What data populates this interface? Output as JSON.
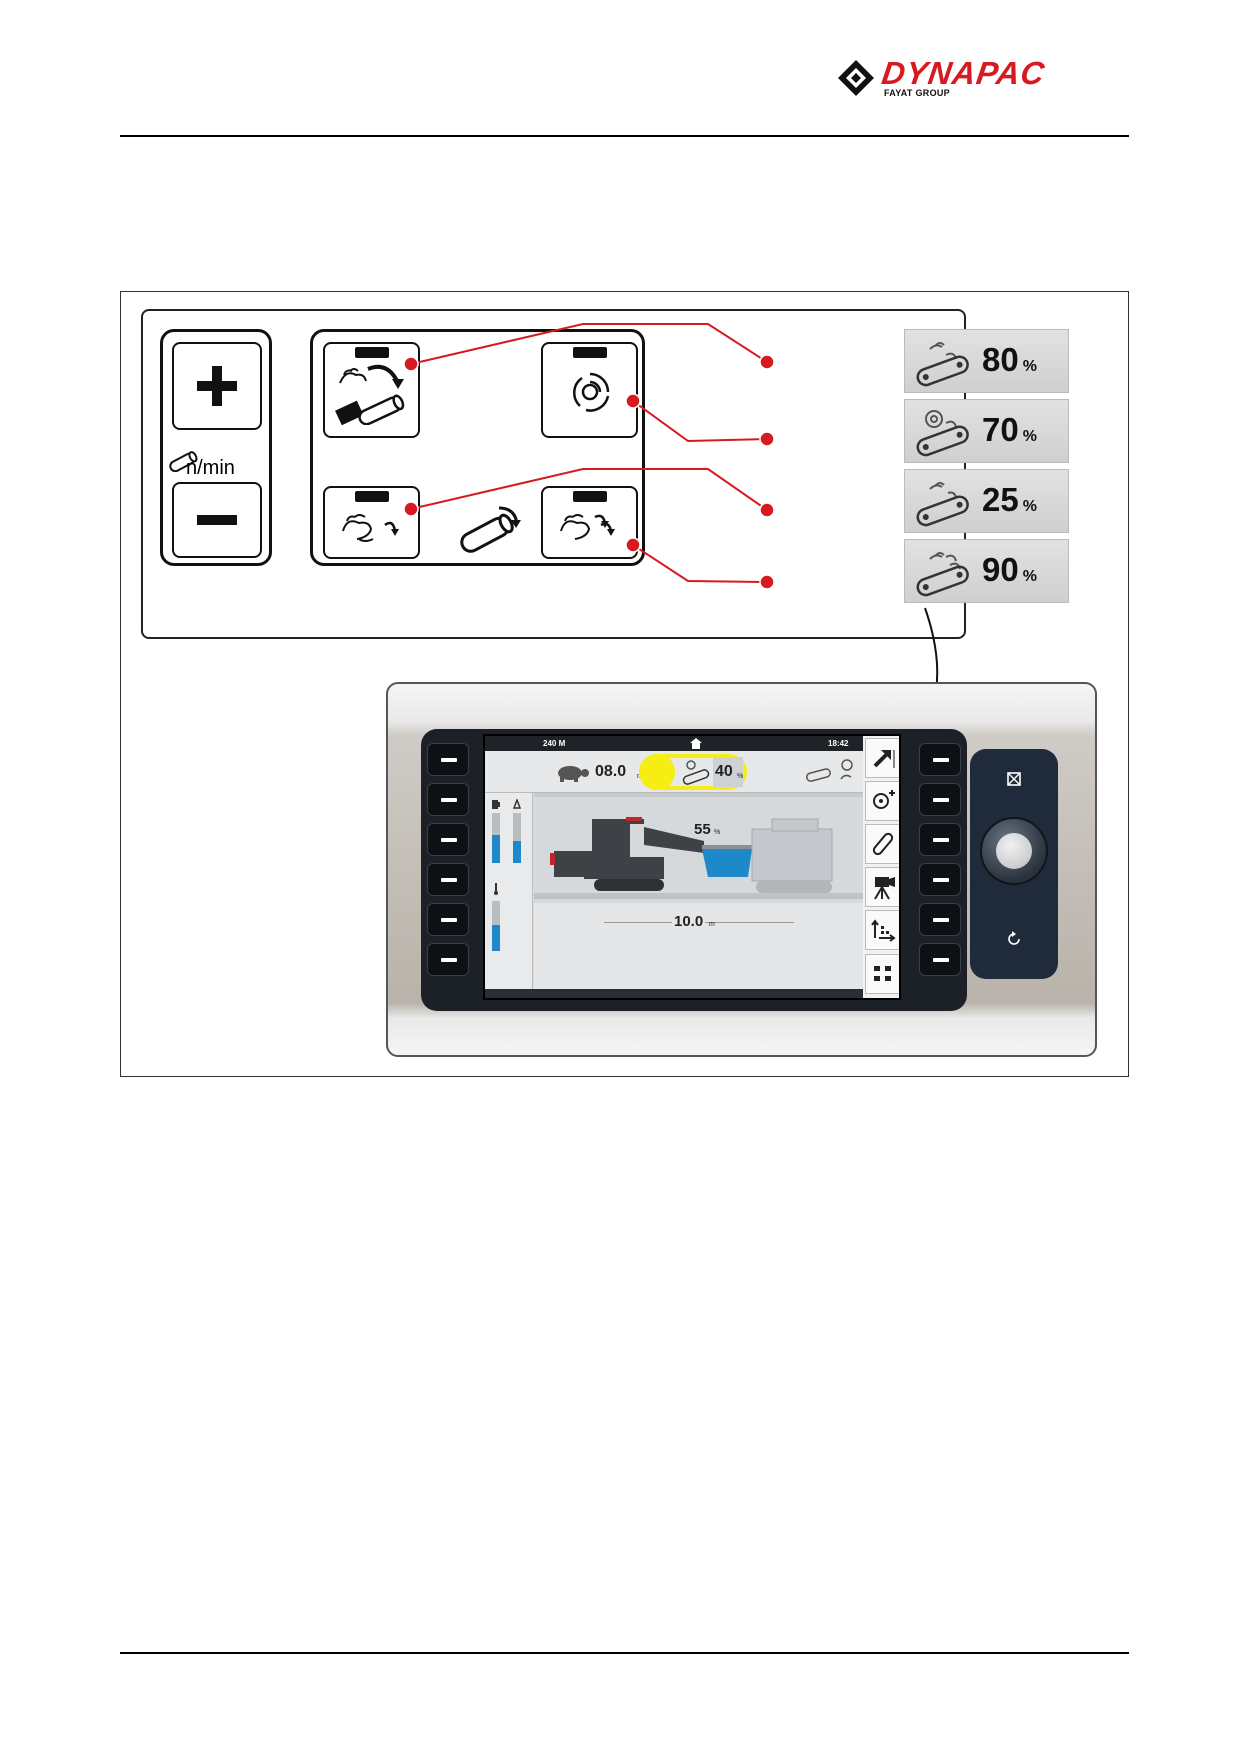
{
  "header": {
    "brand": "DYNAPAC",
    "brand_sub": "FAYAT GROUP"
  },
  "callout": {
    "speed_unit_label": "n/min",
    "tiles": [
      {
        "value": "80",
        "unit": "%",
        "icon": "conveyor-manual-right-icon"
      },
      {
        "value": "70",
        "unit": "%",
        "icon": "conveyor-auger-icon"
      },
      {
        "value": "25",
        "unit": "%",
        "icon": "conveyor-manual-left-icon"
      },
      {
        "value": "90",
        "unit": "%",
        "icon": "conveyor-manual-auto-icon"
      }
    ],
    "leader_color": "#d71920"
  },
  "device": {
    "status_left": "240 M",
    "status_time": "18:42",
    "speed_value": "08.0",
    "speed_unit": "m",
    "conveyor_value": "40",
    "conveyor_unit": "%",
    "hopper_value": "55",
    "hopper_unit": "%",
    "distance_value": "10.0",
    "distance_unit": "m",
    "highlight_color": "#f6ee13",
    "accent_blue": "#1e88c9"
  }
}
